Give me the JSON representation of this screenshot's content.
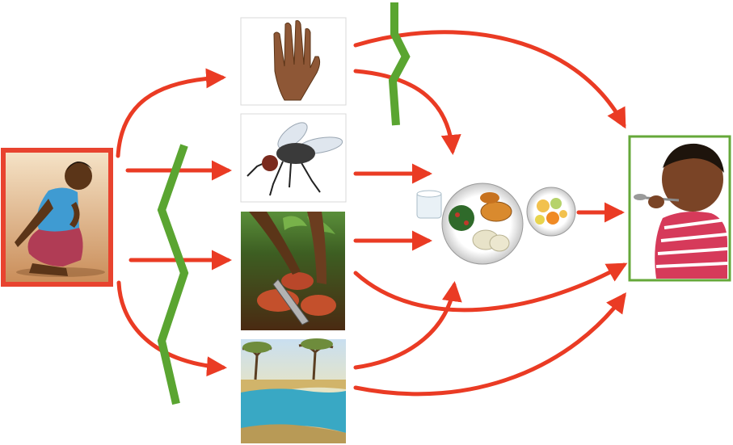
{
  "diagram": {
    "title": "",
    "colors": {
      "path_arrow": "#ea3b24",
      "barrier": "#5aa531",
      "source_frame": "#e8432f",
      "outcome_frame": "#65a83a"
    },
    "nodes": [
      {
        "id": "source",
        "label": "",
        "icon": "child-squatting-defecating-icon"
      },
      {
        "id": "hands",
        "label": "",
        "icon": "hand-icon"
      },
      {
        "id": "flies",
        "label": "",
        "icon": "fly-icon"
      },
      {
        "id": "fields",
        "label": "",
        "icon": "digging-soil-icon"
      },
      {
        "id": "fluids",
        "label": "",
        "icon": "river-water-icon"
      },
      {
        "id": "food",
        "label": "",
        "icon": "food-plate-icon"
      },
      {
        "id": "outcome",
        "label": "",
        "icon": "child-eating-icon"
      }
    ],
    "barriers": [
      {
        "id": "barrier-sanitation",
        "icon": "green-zigzag-barrier-icon"
      },
      {
        "id": "barrier-hygiene",
        "icon": "green-zigzag-barrier-icon"
      }
    ]
  }
}
